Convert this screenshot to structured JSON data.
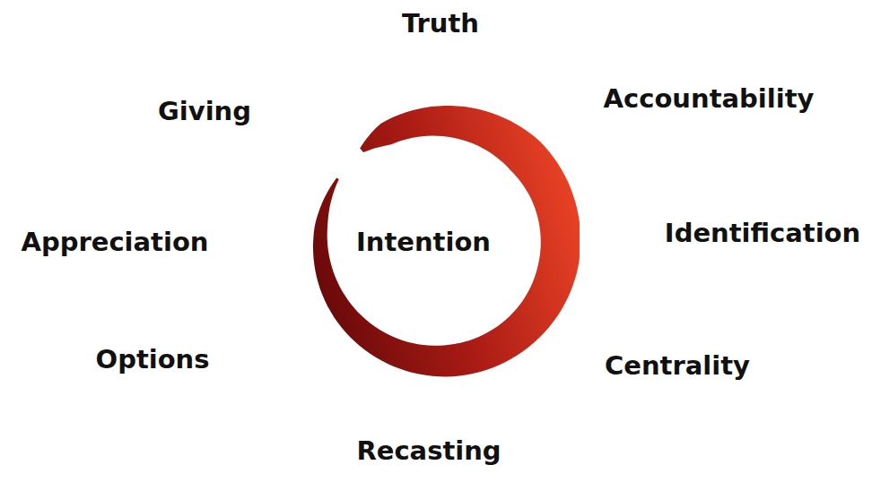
{
  "diagram": {
    "nodes": [
      {
        "text": [
          "Intention"
        ]
      }
    ],
    "labels": [
      "Truth",
      "Giving",
      "Accountability",
      "Appreciation",
      "Identification",
      "Options",
      "Centrality",
      "Recasting"
    ]
  }
}
